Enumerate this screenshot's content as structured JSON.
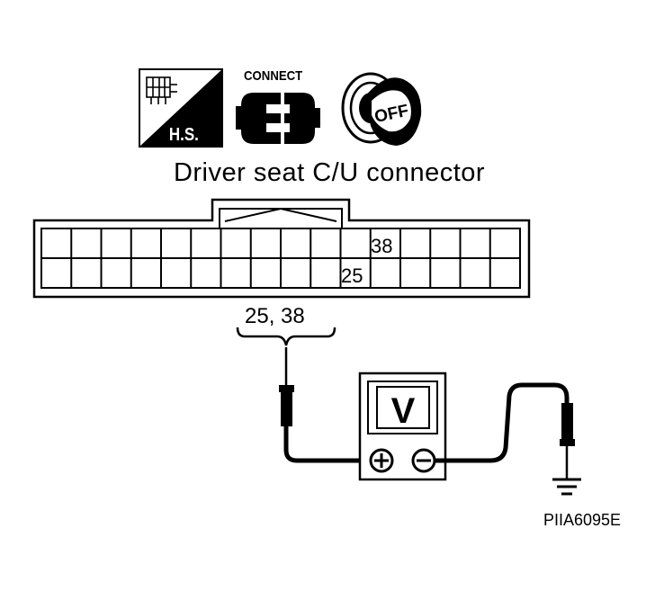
{
  "icons": {
    "harness_side": {
      "icon": "harness-side-icon",
      "label": "H.S."
    },
    "connect": {
      "icon": "connect-icon",
      "label": "CONNECT"
    },
    "ignition": {
      "icon": "ignition-key-off-icon",
      "label": "OFF"
    }
  },
  "connector": {
    "title": "Driver seat C/U connector",
    "pin_labels": {
      "top": "38",
      "bottom": "25"
    },
    "measured_pins": "25, 38"
  },
  "meter": {
    "unit_label": "V",
    "plus_terminal": "plus-terminal-icon",
    "minus_terminal": "minus-terminal-icon"
  },
  "ground": "ground-icon",
  "figure_code": "PIIA6095E"
}
